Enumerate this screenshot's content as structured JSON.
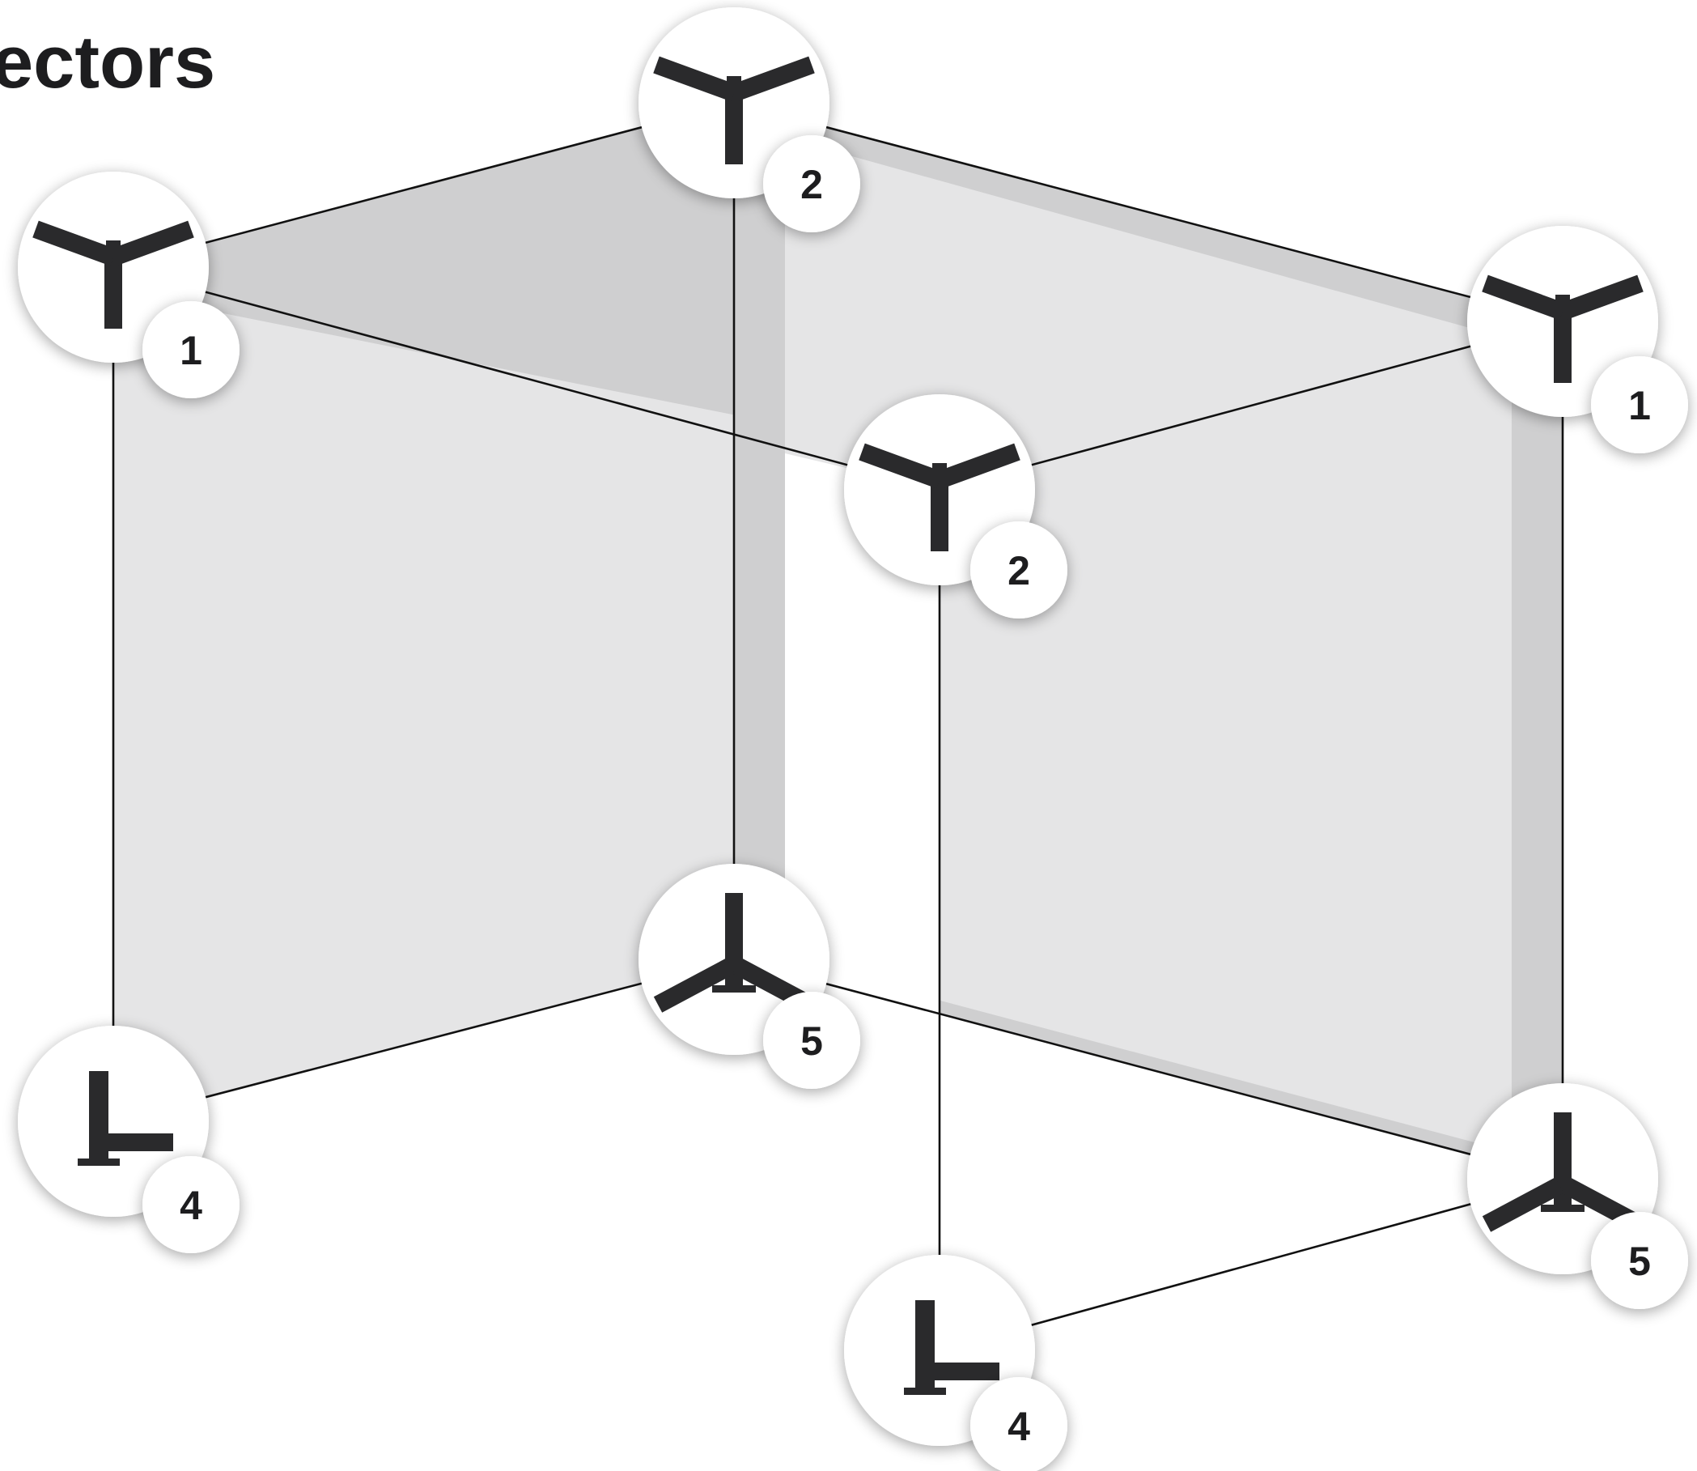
{
  "heading": "ectors",
  "connectors": [
    {
      "id": "top-left",
      "type": "1",
      "icon": "three-way-top-connector-icon"
    },
    {
      "id": "top-back",
      "type": "2",
      "icon": "three-way-top-connector-icon"
    },
    {
      "id": "top-right",
      "type": "1",
      "icon": "three-way-top-connector-icon"
    },
    {
      "id": "top-front",
      "type": "2",
      "icon": "three-way-top-connector-icon"
    },
    {
      "id": "bottom-back",
      "type": "5",
      "icon": "three-way-bottom-connector-icon"
    },
    {
      "id": "bottom-left",
      "type": "4",
      "icon": "corner-l-connector-icon"
    },
    {
      "id": "bottom-right",
      "type": "5",
      "icon": "three-way-bottom-connector-icon"
    },
    {
      "id": "bottom-front",
      "type": "4",
      "icon": "corner-l-connector-icon"
    }
  ],
  "colors": {
    "panel_light": "#e5e5e6",
    "panel_dark": "#cfcfd0",
    "edge": "#111111",
    "connector": "#2a2a2c",
    "text": "#1d1d1f"
  }
}
